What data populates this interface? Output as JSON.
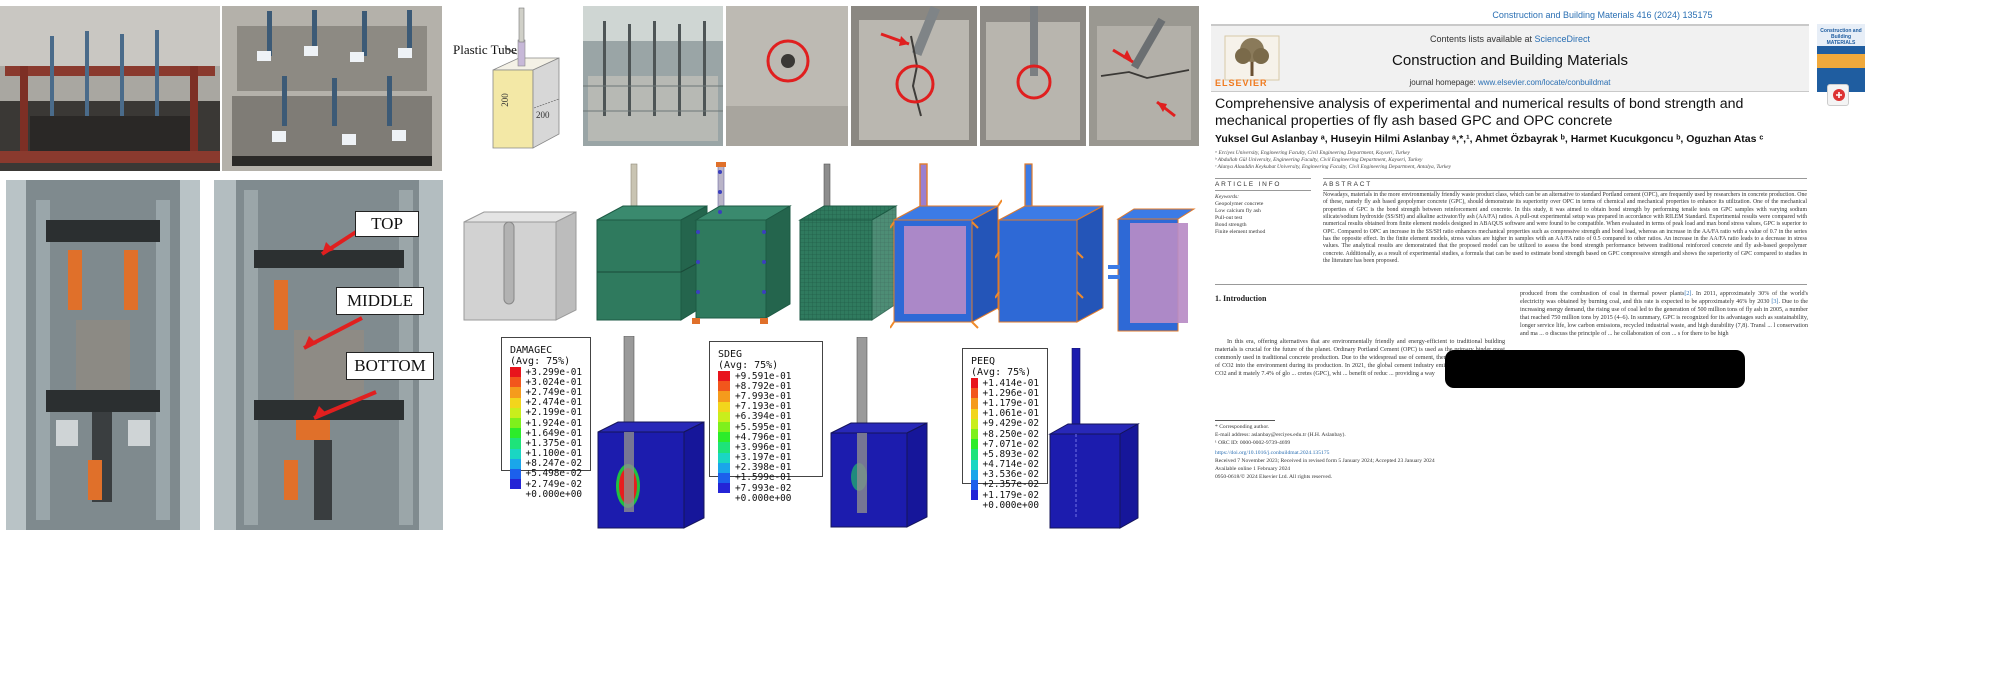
{
  "figure": {
    "tube_label": "Plastic Tube",
    "dim_height": "200",
    "dim_width": "200",
    "callouts": [
      "TOP",
      "MIDDLE",
      "BOTTOM"
    ]
  },
  "legends": [
    {
      "title": "DAMAGEC",
      "subtitle": "(Avg: 75%)",
      "values": [
        "+3.299e-01",
        "+3.024e-01",
        "+2.749e-01",
        "+2.474e-01",
        "+2.199e-01",
        "+1.924e-01",
        "+1.649e-01",
        "+1.375e-01",
        "+1.100e-01",
        "+8.247e-02",
        "+5.498e-02",
        "+2.749e-02",
        "+0.000e+00"
      ]
    },
    {
      "title": "SDEG",
      "subtitle": "(Avg: 75%)",
      "values": [
        "+9.591e-01",
        "+8.792e-01",
        "+7.993e-01",
        "+7.193e-01",
        "+6.394e-01",
        "+5.595e-01",
        "+4.796e-01",
        "+3.996e-01",
        "+3.197e-01",
        "+2.398e-01",
        "+1.599e-01",
        "+7.993e-02",
        "+0.000e+00"
      ]
    },
    {
      "title": "PEEQ",
      "subtitle": "(Avg: 75%)",
      "values": [
        "+1.414e-01",
        "+1.296e-01",
        "+1.179e-01",
        "+1.061e-01",
        "+9.429e-02",
        "+8.250e-02",
        "+7.071e-02",
        "+5.893e-02",
        "+4.714e-02",
        "+3.536e-02",
        "+2.357e-02",
        "+1.179e-02",
        "+0.000e+00"
      ]
    }
  ],
  "legend_colors": [
    "#e8141c",
    "#f2561c",
    "#f59b1c",
    "#f2d51c",
    "#c9ee1c",
    "#7ef01c",
    "#2cec2a",
    "#1ee37a",
    "#1ad6c3",
    "#1aa6ea",
    "#1c60ec",
    "#2424d6",
    "#1a1a9a"
  ],
  "paper": {
    "citation": "Construction and Building Materials 416 (2024) 135175",
    "contents_prefix": "Contents lists available at ",
    "contents_link": "ScienceDirect",
    "journal_title": "Construction and Building Materials",
    "homepage_prefix": "journal homepage: ",
    "homepage_link": "www.elsevier.com/locate/conbuildmat",
    "publisher": "ELSEVIER",
    "cover_text": "Construction and Building MATERIALS",
    "title": "Comprehensive analysis of experimental and numerical results of bond strength and mechanical properties of fly ash based GPC and OPC concrete",
    "authors": "Yuksel Gul Aslanbay ᵃ, Huseyin Hilmi Aslanbay ᵃ,*,¹, Ahmet Özbayrak ᵇ, Harmet Kucukgoncu ᵇ, Oguzhan Atas ᶜ",
    "affiliations": [
      "ᵃ Erciyes University, Engineering Faculty, Civil Engineering Department, Kayseri, Turkey",
      "ᵇ Abdullah Gül University, Engineering Faculty, Civil Engineering Department, Kayseri, Turkey",
      "ᶜ Alanya Alaaddin Keykubat University, Engineering Faculty, Civil Engineering Department, Antalya, Turkey"
    ],
    "article_info_head": "ARTICLE INFO",
    "abstract_head": "ABSTRACT",
    "keywords_label": "Keywords:",
    "keywords": [
      "Geopolymer concrete",
      "Low calcium fly ash",
      "Pull-out test",
      "Bond strength",
      "Finite element method"
    ],
    "abstract": "Nowadays, materials in the more environmentally friendly waste product class, which can be an alternative to standard Portland cement (OPC), are frequently used by researchers in concrete production. One of these, namely fly ash based geopolymer concrete (GPC), should demonstrate its superiority over OPC in terms of chemical and mechanical properties to enhance its utilization. One of the mechanical properties of GPC is the bond strength between reinforcement and concrete. In this study, it was aimed to obtain bond strength by performing tensile tests on GPC samples with varying sodium silicate/sodium hydroxide (SS/SH) and alkaline activator/fly ash (AA/FA) ratios. A pull-out experimental setup was prepared in accordance with RILEM Standard. Experimental results were compared with numerical results obtained from finite element models designed in ABAQUS software and were found to be compatible. When evaluated in terms of peak load and max bond stress values, GPC is superior to OPC. Compared to OPC an increase in the SS/SH ratio enhances mechanical properties such as compressive strength and bond load, whereas an increase in the AA/FA ratio with a value of 0.7 in the series has the opposite effect. In the finite element models, stress values are higher in samples with an AA/FA ratio of 0.5 compared to other ratios. An increase in the AA/FA ratio leads to a decrease in stress values. The analytical results are demonstrated that the proposed model can be utilized to assess the bond strength performance between traditional reinforced concrete and fly ash-based geopolymer concrete. Additionally, as a result of experimental studies, a formula that can be used to estimate bond strength based on GPC compressive strength and shows the superiority of GPC compared to studies in the literature has been proposed.",
    "intro_head": "1.  Introduction",
    "col1": "In this era, offering alternatives that are environmentally friendly and energy-efficient to traditional building materials is crucial for the future of the planet. Ordinary Portland Cement (OPC) is used as the primary binder most commonly used in traditional concrete production. Due to the widespread use of cement, there is a significant release of CO2 into the environment during its production. In 2021, the global cement industry emitted approximately ... of CO2 and it mately 7.4% of glo ... cretes (GPC), whi ... benefit of reduc ... providing a way",
    "col2_pre": "produced from the combustion of coal in thermal power plants",
    "col2_ref1": "[2]",
    "col2_mid": ". In 2011, approximately 30% of the world's electricity was obtained by burning coal, and this rate is expected to be approximately 46% by 2030 ",
    "col2_ref2": "[3]",
    "col2_post": ". Due to the increasing energy demand, the rising use of coal led to the generation of 500 million tons of fly ash in 2005, a number that reached 750 million tons by 2015 (4–6). In summary, GPC is recognized for its advantages such as sustainability, longer service life, low carbon emissions, recycled industrial waste, and high durability (7,8). Transl ... l conservation and ma ... o discuss the principle of ... he collaboration of con ... s for there to be high",
    "foot_corr": "* Corresponding author.",
    "foot_email": "E-mail address: aslanbay@erciyes.edu.tr (H.H. Aslanbay).",
    "foot_orcid": "¹ ORC ID: 0000-0002-9739-4699",
    "doi": "https://doi.org/10.1016/j.conbuildmat.2024.135175",
    "received": "Received 7 November 2023; Received in revised form 5 January 2024; Accepted 23 January 2024",
    "online": "Available online 1 February 2024",
    "issn": "0950-0618/© 2024 Elsevier Ltd. All rights reserved."
  }
}
